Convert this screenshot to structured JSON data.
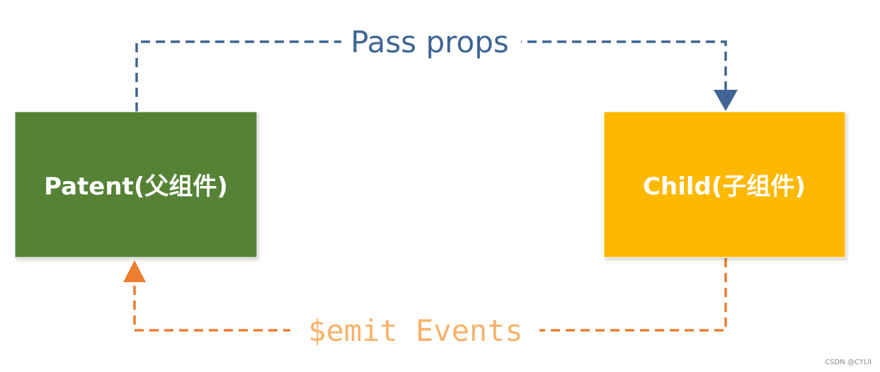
{
  "nodes": {
    "parent": {
      "label": "Patent(父组件)",
      "fill": "#548235"
    },
    "child": {
      "label": "Child(子组件)",
      "fill": "#ffb800"
    }
  },
  "edges": {
    "props": {
      "label": "Pass props",
      "color": "#3e6594"
    },
    "emit": {
      "label": "$emit Events",
      "color": "#ed7d31",
      "label_color": "#f8b26a"
    }
  },
  "watermark": "CSDN @CYLll"
}
